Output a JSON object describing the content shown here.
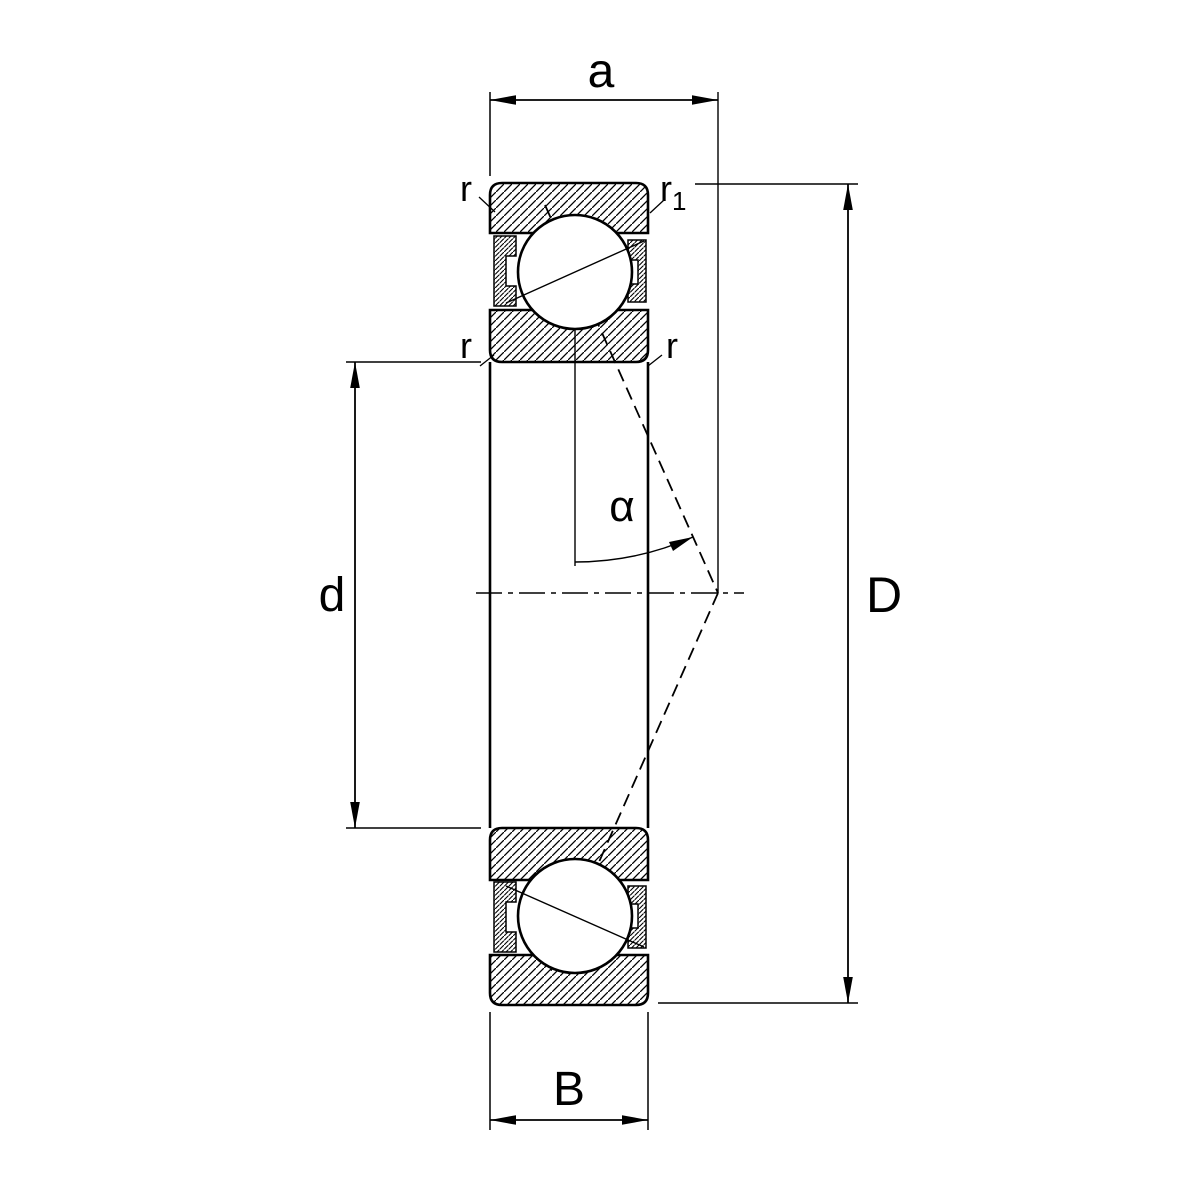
{
  "diagram": {
    "type": "technical-drawing",
    "subject": "angular contact ball bearing cross-section with dimension annotations",
    "colors": {
      "line": "#000000",
      "bg": "#ffffff"
    },
    "labels": {
      "width_a": "a",
      "chamfer_r_outer_left": "r",
      "chamfer_r1_base": "r",
      "chamfer_r1_sub": "1",
      "chamfer_r_inner_left": "r",
      "chamfer_r_inner_right": "r",
      "bore_diameter": "d",
      "outer_diameter": "D",
      "width_B": "B",
      "contact_angle": "α"
    }
  }
}
